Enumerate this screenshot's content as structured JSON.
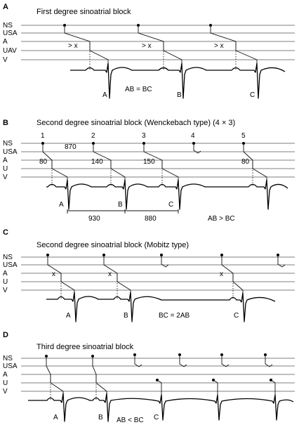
{
  "panels": [
    {
      "letter": "A",
      "title": "First degree sinoatrial block",
      "rows": [
        "NS",
        "USA",
        "A",
        "UAV",
        "V"
      ],
      "delay_labels": [
        "> x",
        "> x",
        "> x"
      ],
      "beat_labels": [
        "A",
        "B",
        "C"
      ],
      "relation": "AB = BC"
    },
    {
      "letter": "B",
      "title": "Second degree sinoatrial block (Wenckebach type) (4 × 3)",
      "rows": [
        "NS",
        "USA",
        "A",
        "U",
        "V"
      ],
      "impulse_numbers": [
        "1",
        "2",
        "3",
        "4",
        "5"
      ],
      "interval_top": "870",
      "delays": [
        "80",
        "140",
        "150",
        "80"
      ],
      "beat_labels": [
        "A",
        "B",
        "C"
      ],
      "intervals": [
        "930",
        "880"
      ],
      "relation": "AB > BC"
    },
    {
      "letter": "C",
      "title": "Second degree sinoatrial block (Mobitz type)",
      "rows": [
        "NS",
        "USA",
        "A",
        "U",
        "V"
      ],
      "delay_labels": [
        "x",
        "x",
        "x"
      ],
      "beat_labels": [
        "A",
        "B",
        "C"
      ],
      "relation": "BC = 2AB"
    },
    {
      "letter": "D",
      "title": "Third degree sinoatrial block",
      "rows": [
        "NS",
        "USA",
        "A",
        "U",
        "V"
      ],
      "beat_labels": [
        "A",
        "B",
        "C"
      ],
      "relation": "AB < BC"
    }
  ]
}
